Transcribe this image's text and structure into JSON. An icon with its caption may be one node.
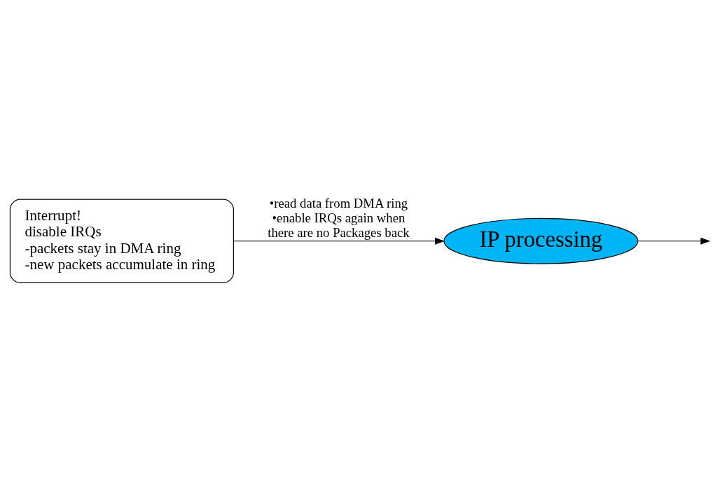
{
  "diagram": {
    "nodes": [
      {
        "text": [
          "Interrupt!",
          "disable IRQs",
          "-packets stay in DMA ring",
          "-new packets accumulate in ring"
        ]
      },
      {
        "text": [
          "IP processing"
        ]
      }
    ],
    "edges": [
      {
        "from": 0,
        "to": 1,
        "arrow": "to",
        "label": "•read data from DMA ring •enable IRQs again when there are no Packages back"
      },
      {
        "from": 1,
        "to": null,
        "arrow": "to"
      }
    ]
  }
}
